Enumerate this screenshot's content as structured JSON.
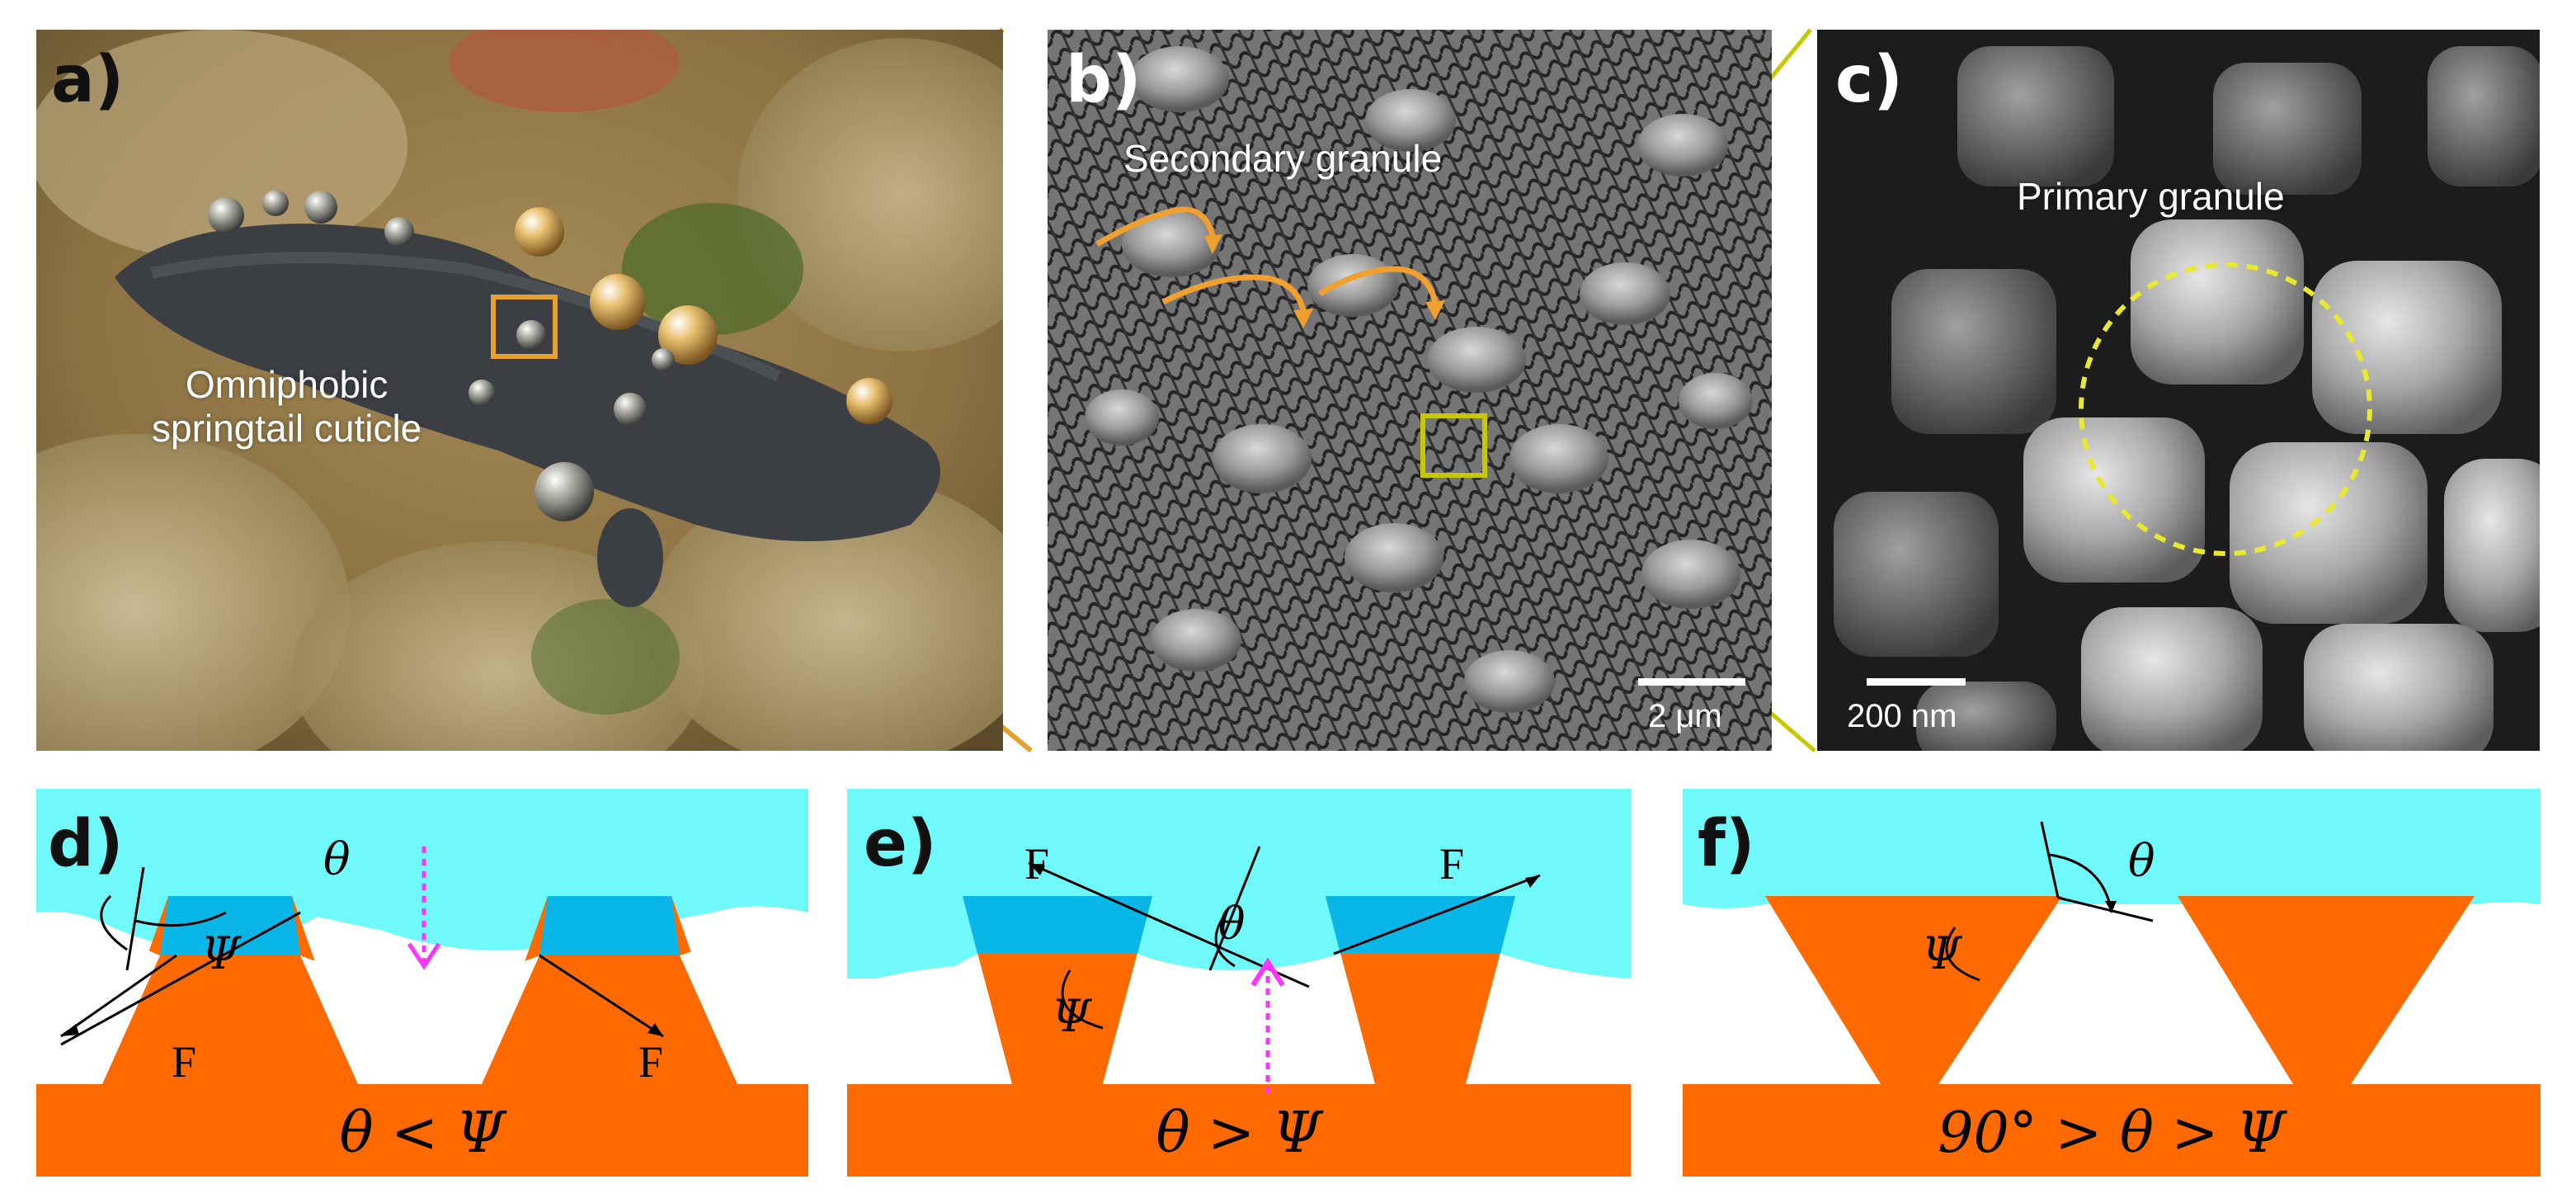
{
  "panel_a": {
    "label": "a)",
    "caption_line1": "Omniphobic",
    "caption_line2": "springtail cuticle"
  },
  "panel_b": {
    "label": "b)",
    "caption": "Secondary granule",
    "scale": "2 μm"
  },
  "panel_c": {
    "label": "c)",
    "caption": "Primary granule",
    "scale": "200 nm"
  },
  "panel_d": {
    "label": "d)",
    "theta": "θ",
    "psi": "Ψ",
    "force_left": "F",
    "force_right": "F",
    "condition": "θ < Ψ"
  },
  "panel_e": {
    "label": "e)",
    "theta": "θ",
    "psi": "Ψ",
    "force_left": "F",
    "force_right": "F",
    "condition": "θ > Ψ"
  },
  "panel_f": {
    "label": "f)",
    "theta": "θ",
    "psi": "Ψ",
    "condition": "90° > θ > Ψ"
  },
  "colors": {
    "liquid": "#6ff9fb",
    "wetted": "#08b6e8",
    "solid": "#ff6a00",
    "zoom_orange": "#e5a02d",
    "zoom_yellow": "#c8c800",
    "pressure_arrow": "#ff33ff"
  }
}
